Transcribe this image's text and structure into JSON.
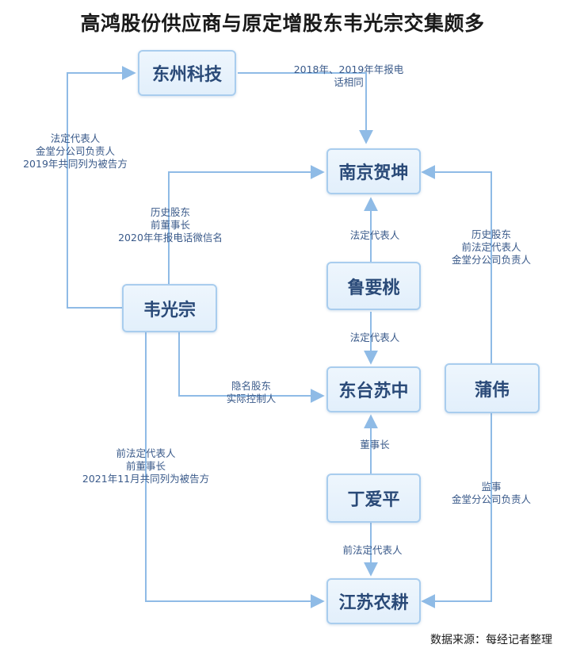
{
  "title": "高鸿股份供应商与原定增股东韦光宗交集颇多",
  "source": "数据来源：每经记者整理",
  "colors": {
    "line": "#8fbbe6",
    "node_border": "#a9cdee",
    "node_text": "#2a4a78",
    "label_text": "#3a5a8a"
  },
  "nodes": {
    "dongzhou": "东州科技",
    "nanjing": "南京贺坤",
    "luyaotao": "鲁要桃",
    "weiguangzong": "韦光宗",
    "dongtai": "东台苏中",
    "puwei": "蒲伟",
    "dingaiping": "丁爱平",
    "jiangsu": "江苏农耕"
  },
  "edge_labels": {
    "dongzhou_nanjing": "2018年、2019年年报电\n话相同",
    "wei_dongzhou": "法定代表人\n金堂分公司负责人\n2019年共同列为被告方",
    "wei_nanjing": "历史股东\n前董事长\n2020年年报电话微信名",
    "luyaotao_nanjing": "法定代表人",
    "puwei_nanjing": "历史股东\n前法定代表人\n金堂分公司负责人",
    "luyaotao_dongtai": "法定代表人",
    "wei_dongtai": "隐名股东\n实际控制人",
    "dingaiping_dongtai": "董事长",
    "wei_jiangsu": "前法定代表人\n前董事长\n2021年11月共同列为被告方",
    "puwei_jiangsu": "监事\n金堂分公司负责人",
    "dingaiping_jiangsu": "前法定代表人"
  }
}
